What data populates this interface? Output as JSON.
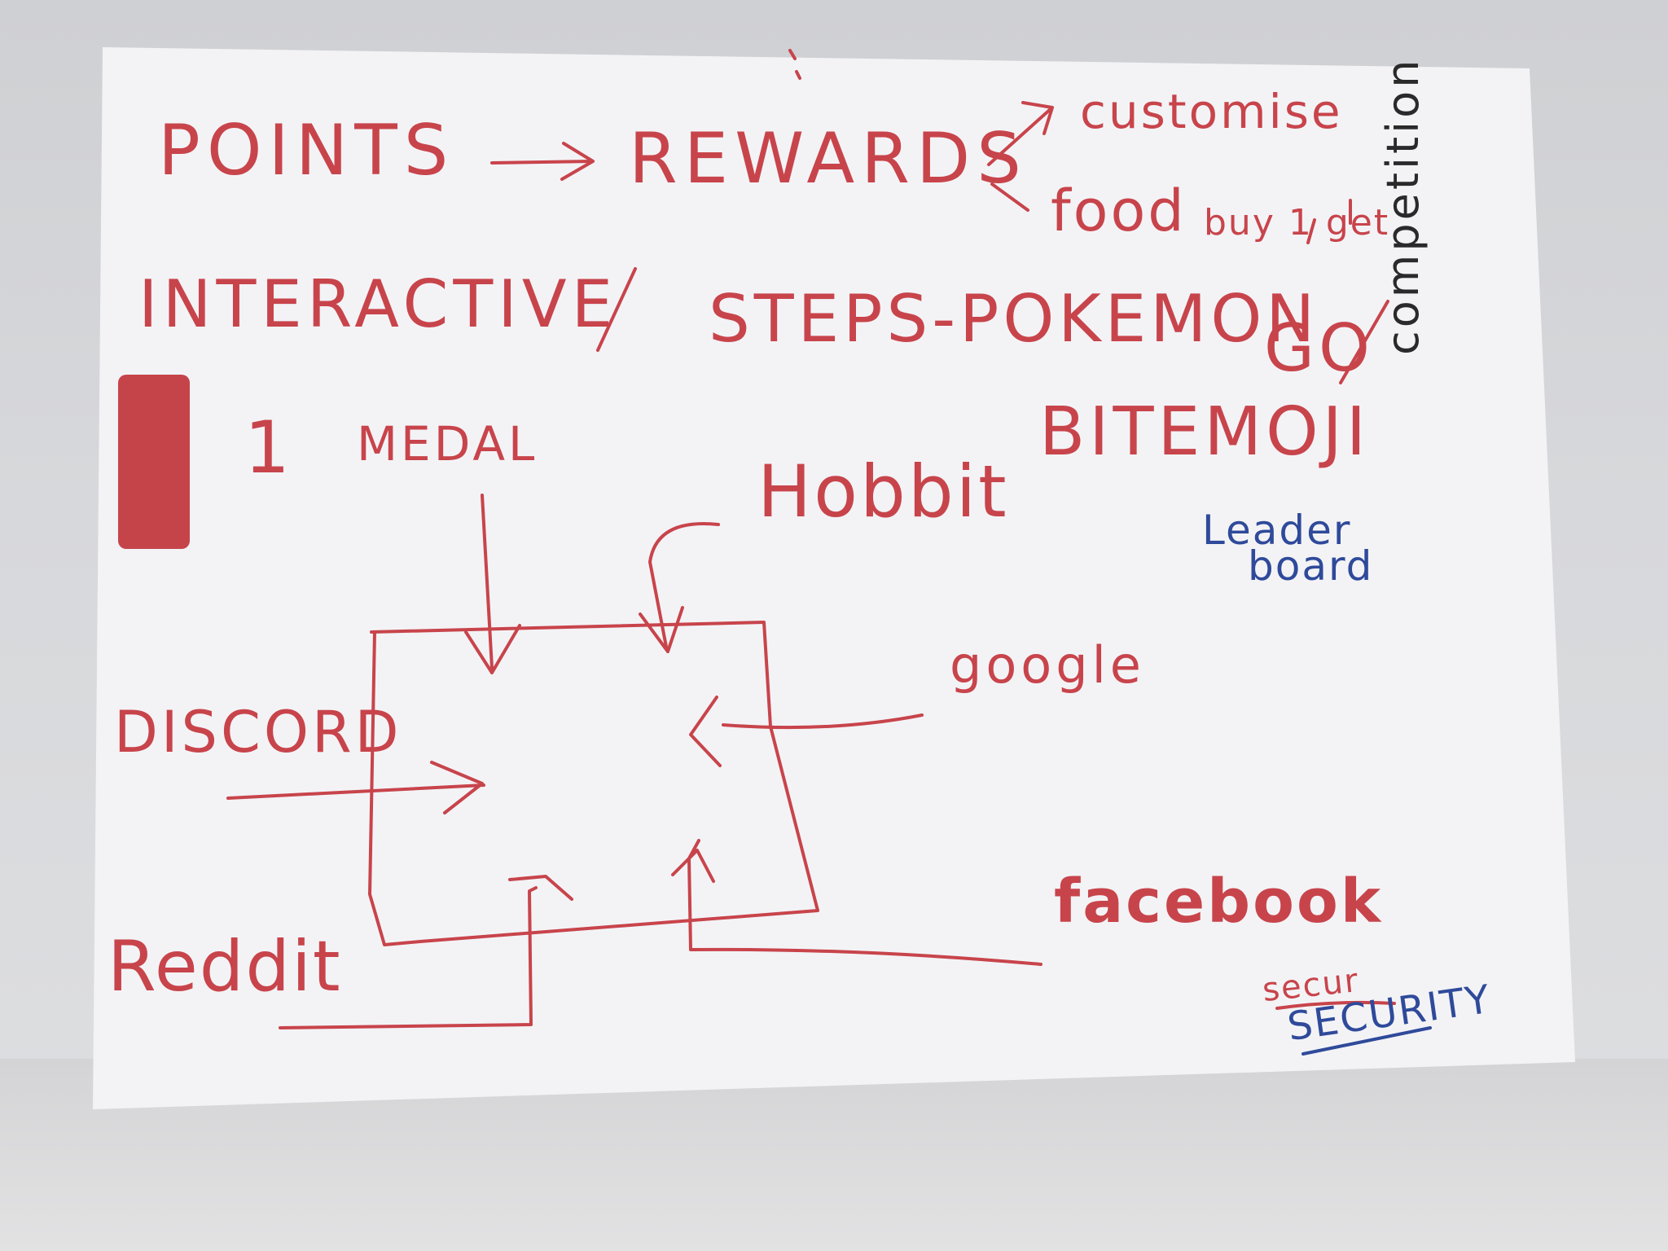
{
  "sketch": {
    "top_row": {
      "points": "POINTS",
      "rewards": "REWARDS",
      "customise": "customise",
      "food": "food",
      "buy_one_get": "buy 1 get"
    },
    "second_row": {
      "interactive": "INTERACTIVE",
      "steps": "STEPS-POKEMON",
      "go": "GO"
    },
    "middle_row": {
      "medal_count": "1",
      "medal": "MEDAL",
      "bitemoji": "BITEMOJI",
      "competition": "competition",
      "leader": "Leader",
      "board": "board"
    },
    "box_inputs": {
      "hobbit": "Hobbit",
      "google": "google",
      "discord": "DISCORD",
      "facebook": "facebook",
      "reddit": "Reddit"
    },
    "security": {
      "scribble": "secur",
      "label": "SECURITY"
    }
  }
}
